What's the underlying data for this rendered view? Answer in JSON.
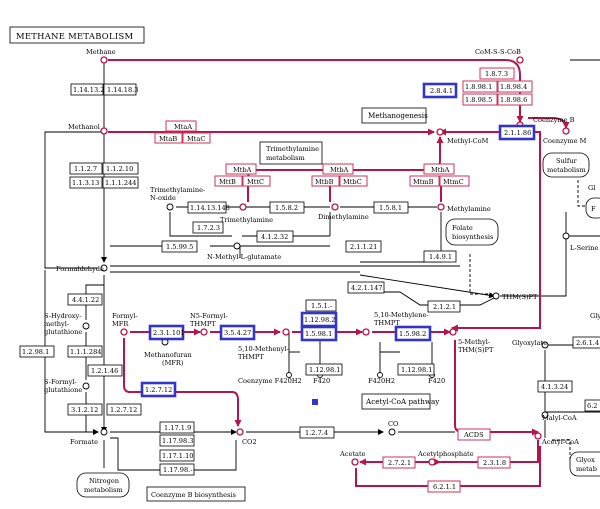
{
  "title": "METHANE METABOLISM",
  "compounds": {
    "methane": "Methane",
    "methanol": "Methanol",
    "com_s_s_cob": "CoM-S-S-CoB",
    "coenzyme_b": "Coenzyme B",
    "coenzyme_m": "Coenzyme M",
    "methyl_com": "Methyl-CoM",
    "trimethylamine_noxide_1": "Trimethylamine-",
    "trimethylamine_noxide_2": "N-oxide",
    "trimethylamine": "Trimethylamine",
    "dimethylamine": "Dimethylamine",
    "methylamine": "Methylamine",
    "n_methyl_l_glutamate": "N-Methyl-L-glutamate",
    "formaldehyde": "Formaldehyde",
    "s_hydroxymethyl_1": "S-Hydroxy-",
    "s_hydroxymethyl_2": "methyl-",
    "s_hydroxymethyl_3": "glutathione",
    "s_formyl_1": "S-Formyl-",
    "s_formyl_2": "glutathione",
    "formate": "Formate",
    "formyl_mfr_1": "Formyl-",
    "formyl_mfr_2": "MFR",
    "methanofuran_1": "Methanofuran",
    "methanofuran_2": "(MFR)",
    "n5_formyl_1": "N5-Formyl-",
    "n5_formyl_2": "THMPT",
    "methenyl_1": "5,10-Methenyl-",
    "methenyl_2": "THMPT",
    "methylene_1": "5,10-Methylene-",
    "methylene_2": "THMPT",
    "methyl_thmpt_1": "5-Methyl-",
    "methyl_thmpt_2": "THM(S)PT",
    "thmspt": "THM(S)PT",
    "coenzyme_f420h2": "Coenzyme F420H2",
    "f420_a": "F420",
    "f420h2": "F420H2",
    "f420_b": "F420",
    "co2": "CO2",
    "co": "CO",
    "acetate": "Acetate",
    "acetylphosphate": "Acetylphosphate",
    "acetyl_coa": "Acetyl-CoA",
    "glyoxylate": "Glyoxylate",
    "malyl_coa": "Malyl-CoA",
    "l_serine": "L-Serine",
    "edge_gl": "Gl",
    "edge_f": "F",
    "edge_glyc": "Glyc",
    "edge_glyox_1": "Glyox",
    "edge_glyox_2": "metab"
  },
  "pathways": {
    "methanogenesis": "Methanogenesis",
    "trimethylamine_1": "Trimethylamine",
    "trimethylamine_2": "metabolism",
    "sulfur_1": "Sulfur",
    "sulfur_2": "metabolism",
    "folate_1": "Folate",
    "folate_2": "biosynthesis",
    "acetyl_coa_pathway": "Acetyl-CoA pathway",
    "nitrogen_1": "Nitrogen",
    "nitrogen_2": "metabolism",
    "coenzyme_b_bios": "Coenzyme B biosynthesis"
  },
  "enzymes": {
    "e_1_14_13_25": "1.14.13.25",
    "e_1_14_18_3": "1.14.18.3",
    "e_1_8_7_3": "1.8.7.3",
    "e_1_8_98_1a": "1.8.98.1",
    "e_1_8_98_4": "1.8.98.4",
    "e_1_8_98_5": "1.8.98.5",
    "e_1_8_98_6": "1.8.98.6",
    "e_2_8_4_1": "2.8.4.1",
    "e_2_1_1_86": "2.1.1.86",
    "mtaA": "MtaA",
    "mtaB": "MtaB",
    "mtaC": "MtaC",
    "mttB": "MttB",
    "mttC": "MttC",
    "mtbA": "MtbA",
    "mtbB": "MtbB",
    "mtbC": "MtbC",
    "mtmB": "MtmB",
    "mtmC": "MtmC",
    "mtbA2": "MtbA",
    "e_1_1_2_7": "1.1.2.7",
    "e_1_1_2_10": "1.1.2.10",
    "e_1_1_3_13": "1.1.3.13",
    "e_1_1_1_244": "1.1.1.244",
    "e_1_14_13_148": "1.14.13.148",
    "e_1_7_2_3": "1.7.2.3",
    "e_1_5_8_2": "1.5.8.2",
    "e_1_5_8_1": "1.5.8.1",
    "e_4_1_2_32": "4.1.2.32",
    "e_1_5_99_5": "1.5.99.5",
    "e_2_1_1_21": "2.1.1.21",
    "e_1_4_9_1": "1.4.9.1",
    "e_4_2_1_147": "4.2.1.147",
    "e_4_4_1_22": "4.4.1.22",
    "e_1_1_1_284": "1.1.1.284",
    "e_1_2_98_1": "1.2.98.1",
    "e_1_2_1_46": "1.2.1.46",
    "e_3_1_2_12": "3.1.2.12",
    "e_1_2_7_12b": "1.2.7.12",
    "e_2_3_1_101": "2.3.1.101",
    "e_3_5_4_27": "3.5.4.27",
    "e_1_5_1_dash": "1.5.1.-",
    "e_1_12_98_2": "1.12.98.2",
    "e_1_5_98_1": "1.5.98.1",
    "e_1_5_98_2": "1.5.98.2",
    "e_1_12_98_1a": "1.12.98.1",
    "e_1_12_98_1b": "1.12.98.1",
    "e_2_1_2_1": "2.1.2.1",
    "e_1_2_7_12": "1.2.7.12",
    "e_1_17_1_9": "1.17.1.9",
    "e_1_17_98_3": "1.17.98.3",
    "e_1_17_1_10": "1.17.1.10",
    "e_1_17_98_dash": "1.17.98.-",
    "e_1_2_7_4": "1.2.7.4",
    "e_acds": "ACDS",
    "e_2_7_2_1": "2.7.2.1",
    "e_2_3_1_8": "2.3.1.8",
    "e_6_2_1_1": "6.2.1.1",
    "e_4_1_3_24": "4.1.3.24",
    "e_2_6_1_4": "2.6.1.4",
    "e_6_2": "6.2"
  },
  "colors": {
    "highlight_red": "#b4154b",
    "highlight_blue": "#3434c8",
    "box_border": "#000000"
  }
}
